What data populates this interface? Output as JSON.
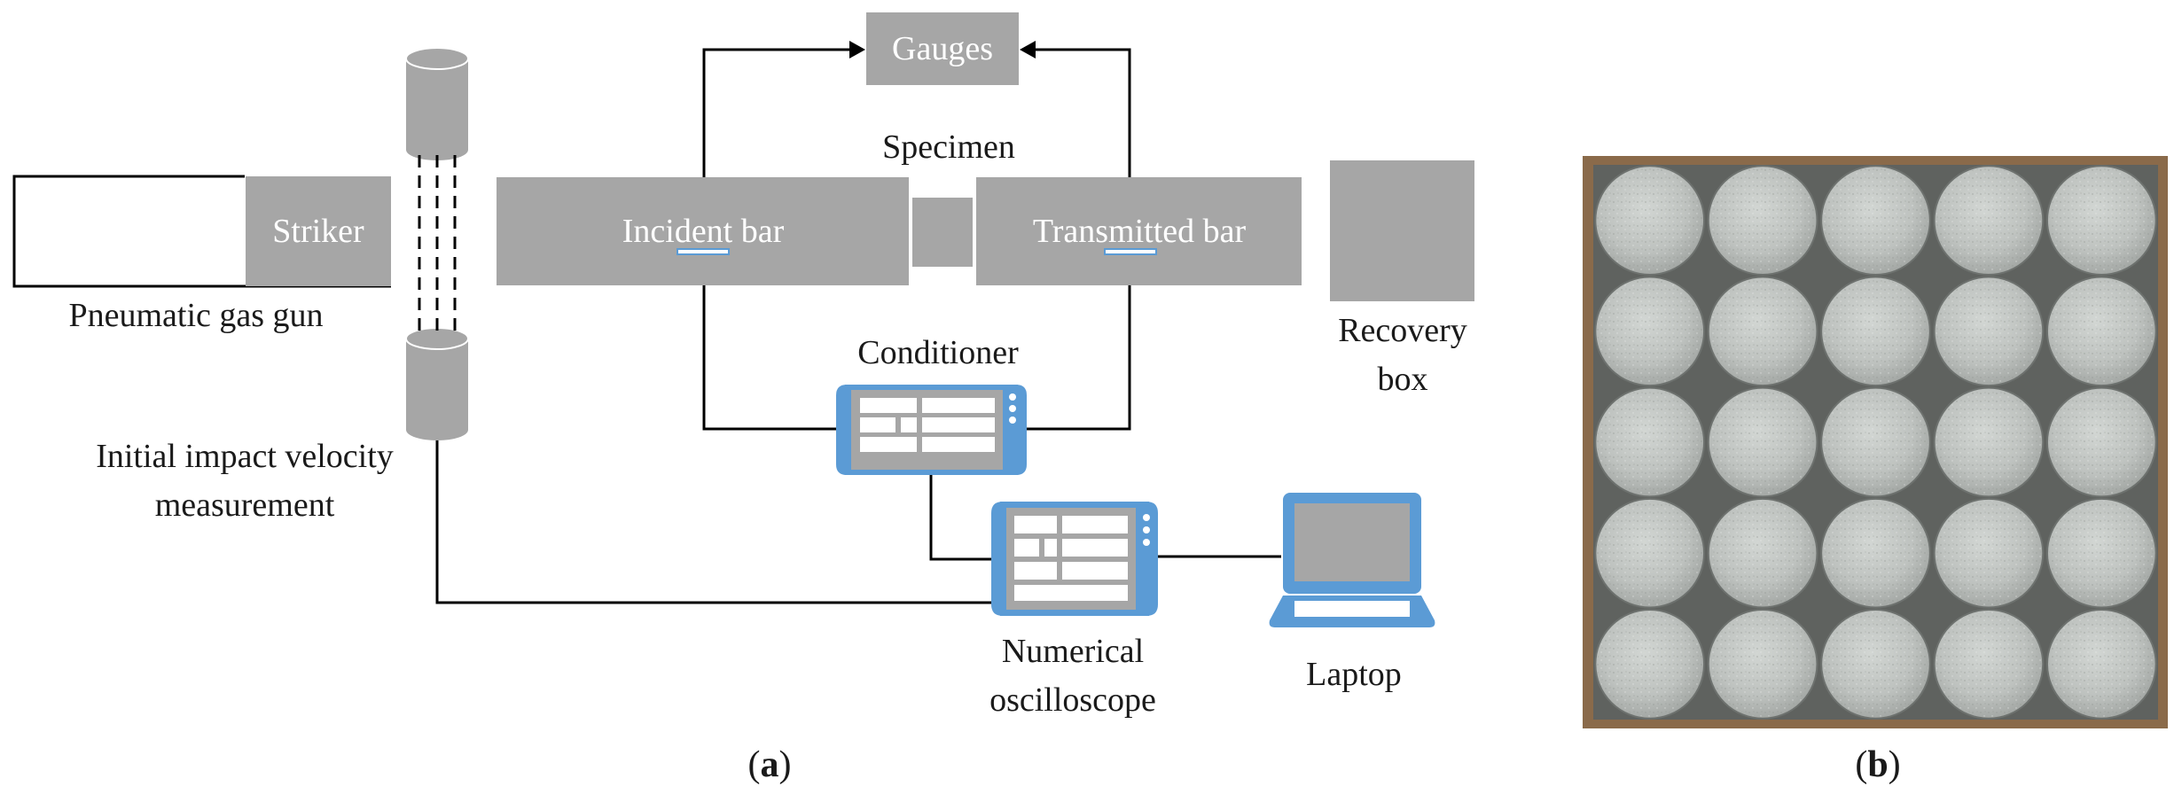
{
  "colors": {
    "component_gray": "#a6a6a6",
    "device_blue": "#5b9bd5",
    "line": "#000000",
    "photo_frame": "#8a6a4a"
  },
  "panel_a": {
    "gauges": "Gauges",
    "specimen": "Specimen",
    "striker": "Striker",
    "incident_bar": "Incident bar",
    "transmitted_bar": "Transmitted bar",
    "recovery_box_line1": "Recovery",
    "recovery_box_line2": "box",
    "gas_gun": "Pneumatic gas gun",
    "velocity_line1": "Initial impact velocity",
    "velocity_line2": "measurement",
    "conditioner": "Conditioner",
    "oscilloscope_line1": "Numerical",
    "oscilloscope_line2": "oscilloscope",
    "laptop": "Laptop",
    "caption_open": "(",
    "caption_letter": "a",
    "caption_close": ")"
  },
  "panel_b": {
    "caption_open": "(",
    "caption_letter": "b",
    "caption_close": ")",
    "photo_content": "specimen-grid-photo"
  }
}
